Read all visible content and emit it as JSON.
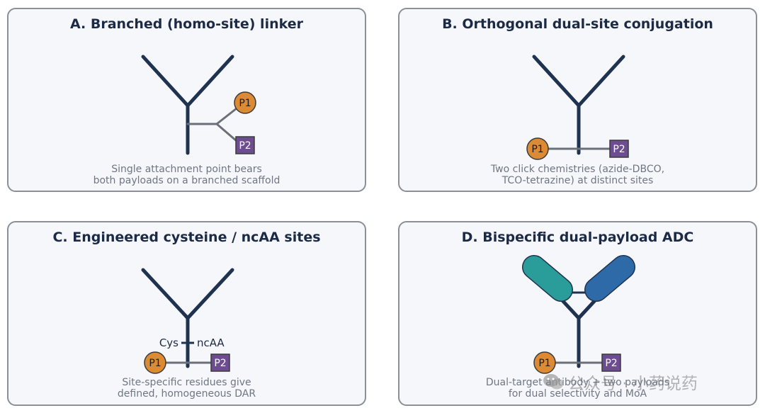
{
  "panels": {
    "a": {
      "title": "A. Branched (homo-site) linker",
      "caption_line1": "Single attachment point bears",
      "caption_line2": "both payloads on a branched scaffold",
      "p1": "P1",
      "p2": "P2"
    },
    "b": {
      "title": "B. Orthogonal dual-site conjugation",
      "caption_line1": "Two click chemistries (azide-DBCO,",
      "caption_line2": "TCO-tetrazine) at distinct sites",
      "p1": "P1",
      "p2": "P2"
    },
    "c": {
      "title": "C. Engineered cysteine / ncAA sites",
      "caption_line1": "Site-specific residues give",
      "caption_line2": "defined, homogeneous DAR",
      "cys": "Cys",
      "ncaa": "ncAA",
      "p1": "P1",
      "p2": "P2"
    },
    "d": {
      "title": "D. Bispecific dual-payload ADC",
      "caption_line1": "Dual-target antibody + two payloads",
      "caption_line2": "for dual selectivity and MoA",
      "p1": "P1",
      "p2": "P2"
    }
  },
  "watermark": {
    "text": "公众号 · 小药说药"
  },
  "colors": {
    "antibody": "#1f3350",
    "linker": "#6b6f78",
    "payload1": "#dd8a35",
    "payload2": "#6e4c92",
    "arm_left": "#2a9d9b",
    "arm_right": "#2f6aa8",
    "panel_bg": "#f6f7fb",
    "panel_border": "#8a8f98"
  },
  "icons": {
    "antibody": "antibody-y-icon",
    "payload1": "circle-payload-icon",
    "payload2": "square-payload-icon",
    "watermark": "wechat-icon"
  }
}
